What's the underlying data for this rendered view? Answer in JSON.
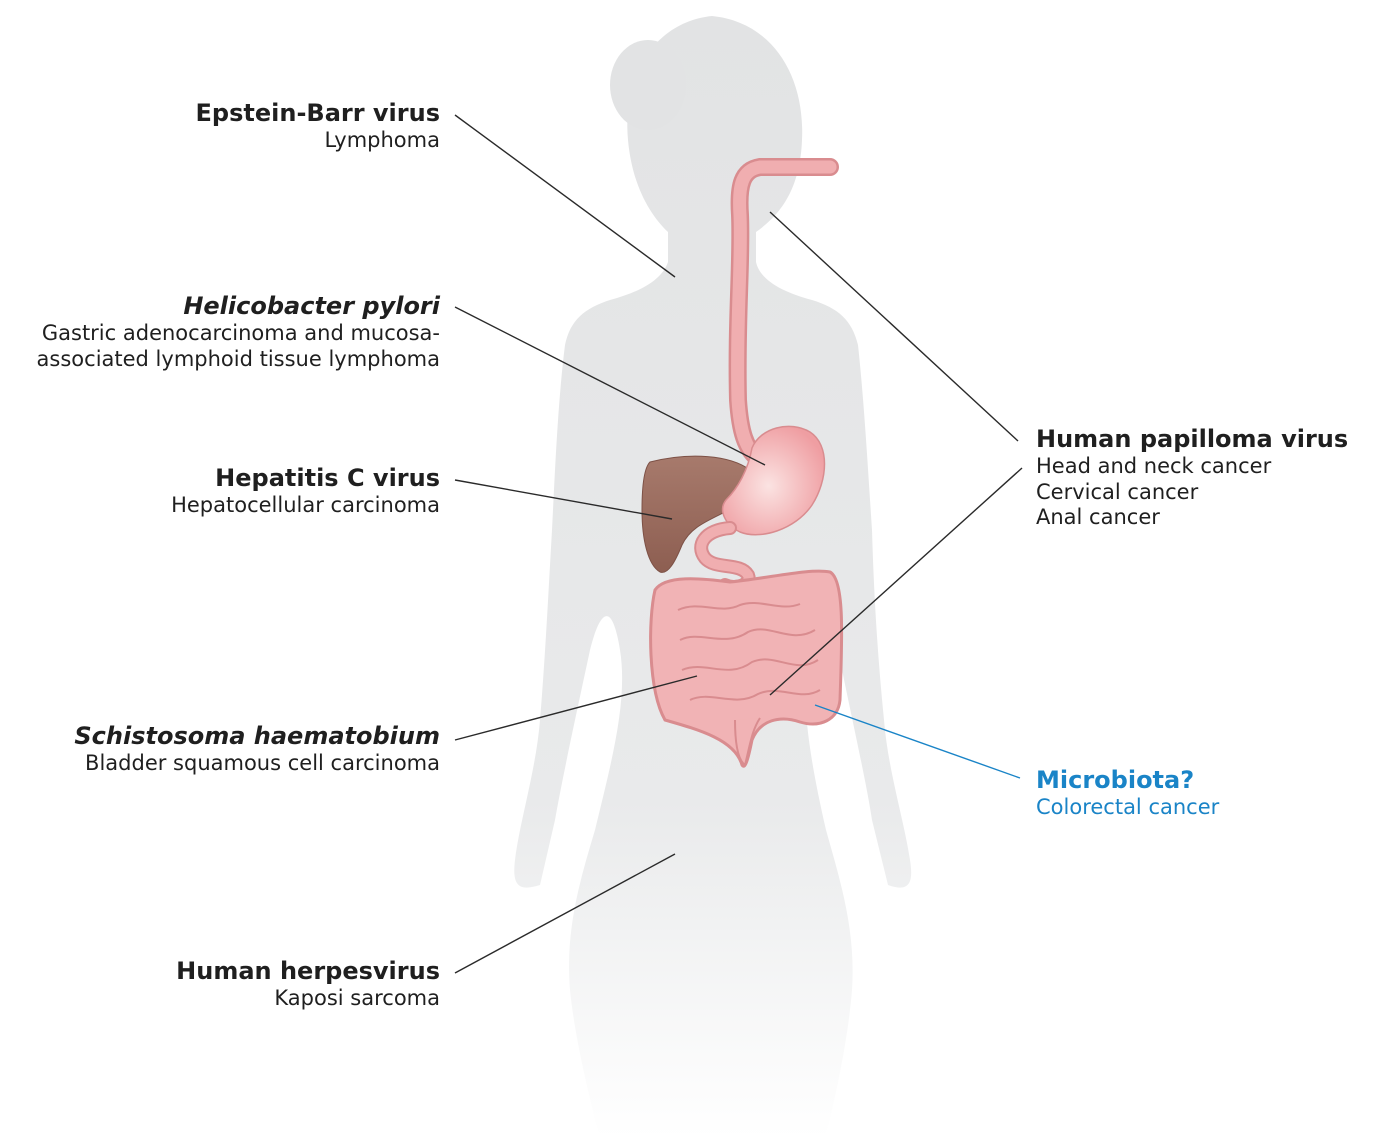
{
  "colors": {
    "silhouette": "#e4e5e6",
    "organ_pink": "#f0aeb0",
    "organ_pink_dark": "#d98c8f",
    "liver": "#9d6d60",
    "leader_line": "#2a2a2a",
    "highlight": "#1a84c7"
  },
  "annotations": {
    "ebv": {
      "name": "Epstein-Barr virus",
      "cancer": "Lymphoma"
    },
    "hpylori": {
      "name": "Helicobacter pylori",
      "cancer_lines": [
        "Gastric adenocarcinoma and mucosa-",
        "associated lymphoid tissue lymphoma"
      ]
    },
    "hcv": {
      "name": "Hepatitis C virus",
      "cancer": "Hepatocellular carcinoma"
    },
    "schisto": {
      "name": "Schistosoma haematobium",
      "cancer": "Bladder squamous cell carcinoma"
    },
    "hhv": {
      "name": "Human herpesvirus",
      "cancer": "Kaposi sarcoma"
    },
    "hpv": {
      "name": "Human papilloma virus",
      "cancer_lines": [
        "Head and neck cancer",
        "Cervical cancer",
        "Anal cancer"
      ]
    },
    "microbiota": {
      "name": "Microbiota?",
      "cancer": "Colorectal cancer"
    }
  }
}
